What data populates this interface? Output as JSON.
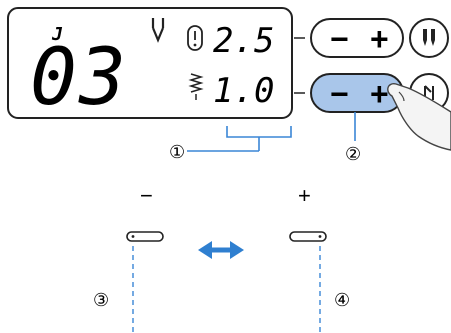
{
  "display": {
    "presser_foot": "J",
    "stitch_number": "03",
    "width_value": "2.5",
    "length_value": "1.0",
    "width_icon": "stitch-width-icon",
    "length_icon": "stitch-length-icon",
    "needle_icon": "needle-icon"
  },
  "controls": {
    "width_row": {
      "minus": "−",
      "plus": "+",
      "side_icon": "twin-needle-icon"
    },
    "length_row": {
      "minus": "−",
      "plus": "+",
      "side_icon": "reinforcement-icon",
      "pressed": true
    }
  },
  "callouts": {
    "c1": "①",
    "c2": "②",
    "c3": "③",
    "c4": "④"
  },
  "stitch_diagram": {
    "minus_label": "−",
    "plus_label": "+",
    "arrow_icon": "double-arrow-icon"
  },
  "colors": {
    "pressed_button": "#a9c6ea",
    "arrow": "#2f7fd0",
    "guide_line": "#3a86d6",
    "finger": "#f2f2f2"
  }
}
